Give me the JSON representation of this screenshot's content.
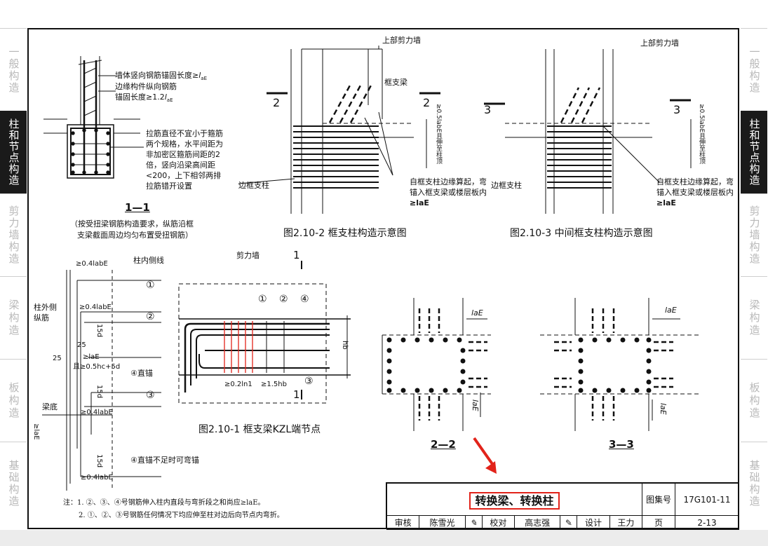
{
  "side_tabs": {
    "left": [
      {
        "label": "一般构造",
        "active": false
      },
      {
        "label": "柱和节点构造",
        "active": true
      },
      {
        "label": "剪力墙构造",
        "active": false
      },
      {
        "label": "梁构造",
        "active": false
      },
      {
        "label": "板构造",
        "active": false
      },
      {
        "label": "基础构造",
        "active": false
      }
    ],
    "right": [
      {
        "label": "一般构造",
        "active": false
      },
      {
        "label": "柱和节点构造",
        "active": true
      },
      {
        "label": "剪力墙构造",
        "active": false
      },
      {
        "label": "梁构造",
        "active": false
      },
      {
        "label": "板构造",
        "active": false
      },
      {
        "label": "基础构造",
        "active": false
      }
    ]
  },
  "section_1_1": {
    "title": "1—1",
    "note_wall": "墙体竖向钢筋锚固长度≥",
    "note_wall_sym": "l",
    "note_wall_sub": "aE",
    "note_edge": "边缘构件纵向钢筋",
    "note_edge2": "锚固长度≥1.2",
    "note_edge2_sym": "l",
    "note_edge2_sub": "aE",
    "note_tie": [
      "拉筋直径不宜小于箍筋",
      "两个规格，水平间距为",
      "非加密区箍筋间距的2",
      "倍，竖向沿梁高间距",
      "<200，上下相邻两排",
      "拉筋错开设置"
    ],
    "remark": [
      "（按受扭梁钢筋构造要求，纵筋沿框",
      "支梁截面周边均匀布置受扭钢筋）"
    ]
  },
  "fig_2_10_2": {
    "caption": "图2.10-2 框支柱构造示意图",
    "top_label": "上部剪力墙",
    "beam_label": "框支梁",
    "col_label": "边框支柱",
    "section_mark": "2",
    "dim_label": "≥0.5labE且伸至柱顶",
    "note": [
      "自框支柱边缘算起，弯",
      "锚入框支梁或楼层板内",
      "≥laE"
    ]
  },
  "fig_2_10_3": {
    "caption": "图2.10-3  中间框支柱构造示意图",
    "top_label": "上部剪力墙",
    "col_label": "边框支柱",
    "section_mark": "3",
    "dim_label": "≥0.5labE且伸至柱顶",
    "note": [
      "自框支柱边缘算起，弯",
      "锚入框支梁或楼层板内",
      "≥laE"
    ]
  },
  "fig_2_10_1": {
    "caption": "图2.10-1  框支梁KZL端节点",
    "wall_label": "剪力墙",
    "section_mark": "1",
    "col_inner": "柱内侧线",
    "col_outer": [
      "柱外侧",
      "纵筋"
    ],
    "beam_bottom": "梁底",
    "dims": [
      "≥0.4labE",
      "≥0.4labE",
      "15d",
      "25",
      "25",
      "≥laE",
      "且≥0.5hc+5d",
      "15d",
      "≥0.4labE",
      "≥laE",
      "15d",
      "≥0.4labE",
      "≥0.2ln1",
      "≥1.5hb",
      "hb"
    ],
    "straight": "直锚",
    "straight_bend": "直锚不足时可弯锚",
    "markers": [
      "①",
      "②",
      "③",
      "④"
    ]
  },
  "section_2_2": {
    "title": "2—2",
    "dim": "laE"
  },
  "section_3_3": {
    "title": "3—3",
    "dim": "laE"
  },
  "notes": {
    "line1": "注：1. ②、③、④号钢筋伸入柱内直段与弯折段之和尚应≥laE。",
    "line2": "2. ①、②、③号钢筋任何情况下均应伸至柱对边后向节点内弯折。"
  },
  "title_block": {
    "title": "转换梁、转换柱",
    "atlas_label": "图集号",
    "atlas_no": "17G101-11",
    "review_label": "审核",
    "reviewer": "陈雪光",
    "check_label": "校对",
    "checker": "高志强",
    "design_label": "设计",
    "designer": "王力",
    "page_label": "页",
    "page_no": "2-13"
  },
  "colors": {
    "accent_red": "#e2231a",
    "active_tab": "#1a1a1a",
    "inactive_tab_text": "#b8b8b8"
  }
}
